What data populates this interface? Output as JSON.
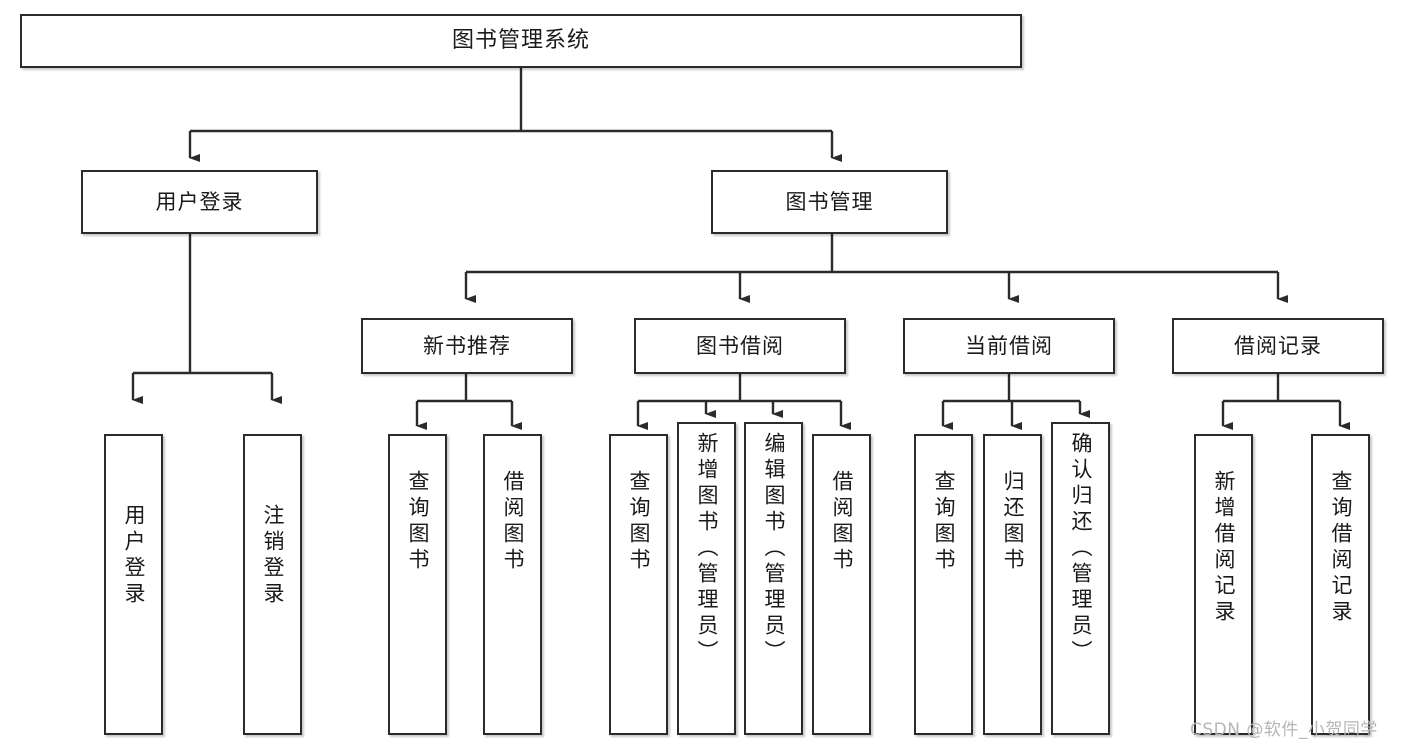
{
  "diagram": {
    "type": "tree-hierarchy-chart",
    "title": "图书管理系统",
    "orientation": "top-down",
    "colors": {
      "box_border": "#2b2b2b",
      "box_fill": "#ffffff",
      "connector": "#2b2b2b",
      "text": "#1a1a1a",
      "watermark": "#b6b6b6"
    },
    "nodes": {
      "root": {
        "label": "图书管理系统"
      },
      "level1": [
        {
          "id": "user-login",
          "label": "用户登录"
        },
        {
          "id": "book-management",
          "label": "图书管理"
        }
      ],
      "level2": [
        {
          "id": "new-book-recommend",
          "label": "新书推荐",
          "parent": "book-management"
        },
        {
          "id": "book-borrow",
          "label": "图书借阅",
          "parent": "book-management"
        },
        {
          "id": "current-borrow",
          "label": "当前借阅",
          "parent": "book-management"
        },
        {
          "id": "borrow-record",
          "label": "借阅记录",
          "parent": "book-management"
        }
      ],
      "leaves": [
        {
          "id": "leaf-user-login",
          "label": "用户登录",
          "parent": "user-login"
        },
        {
          "id": "leaf-logout-login",
          "label": "注销登录",
          "parent": "user-login"
        },
        {
          "id": "leaf-query-book-1",
          "label": "查询图书",
          "parent": "new-book-recommend"
        },
        {
          "id": "leaf-borrow-book-1",
          "label": "借阅图书",
          "parent": "new-book-recommend"
        },
        {
          "id": "leaf-query-book-2",
          "label": "查询图书",
          "parent": "book-borrow"
        },
        {
          "id": "leaf-add-book",
          "label": "新增图书（管理员）",
          "parent": "book-borrow"
        },
        {
          "id": "leaf-edit-book",
          "label": "编辑图书（管理员）",
          "parent": "book-borrow"
        },
        {
          "id": "leaf-borrow-book-2",
          "label": "借阅图书",
          "parent": "book-borrow"
        },
        {
          "id": "leaf-query-book-3",
          "label": "查询图书",
          "parent": "current-borrow"
        },
        {
          "id": "leaf-return-book",
          "label": "归还图书",
          "parent": "current-borrow"
        },
        {
          "id": "leaf-confirm-return",
          "label": "确认归还（管理员）",
          "parent": "current-borrow"
        },
        {
          "id": "leaf-add-record",
          "label": "新增借阅记录",
          "parent": "borrow-record"
        },
        {
          "id": "leaf-query-record",
          "label": "查询借阅记录",
          "parent": "borrow-record"
        }
      ]
    },
    "watermark": "CSDN @软件_小贺同学"
  }
}
